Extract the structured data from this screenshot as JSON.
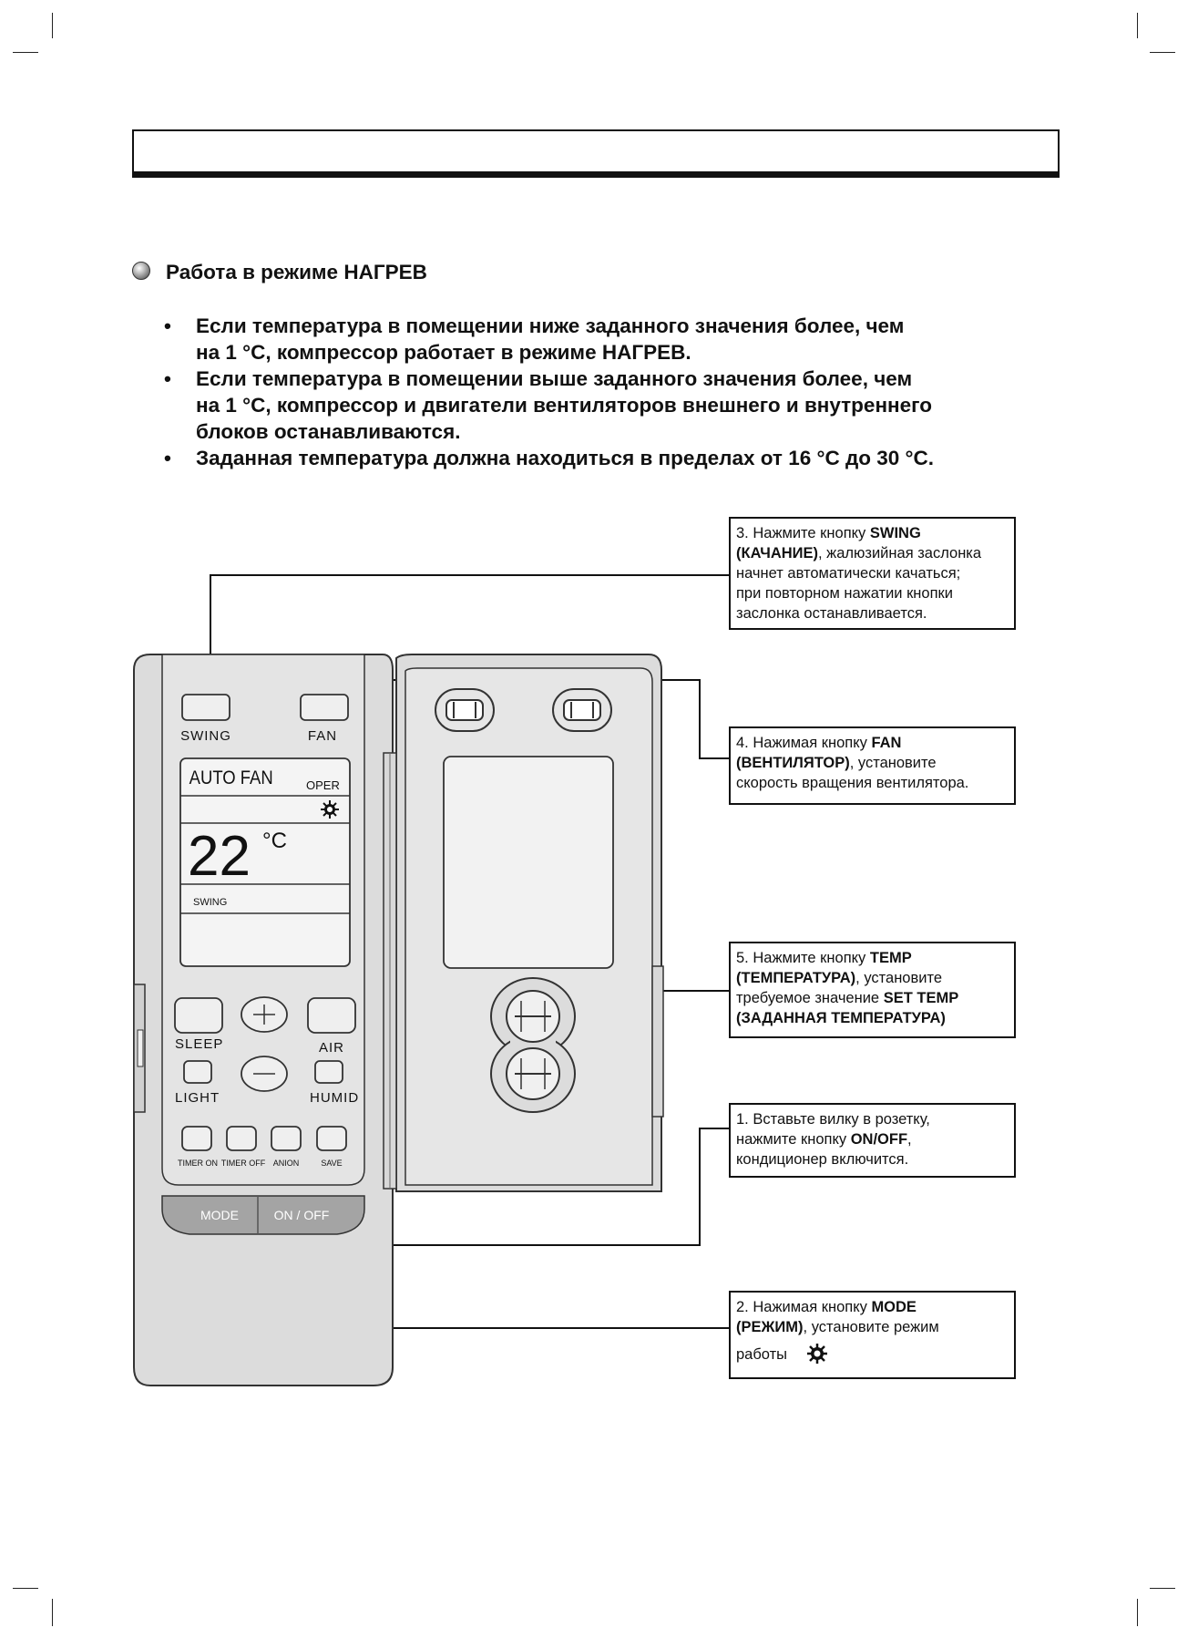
{
  "section": {
    "title": "Работа в режиме НАГРЕВ"
  },
  "bullets": [
    {
      "symbol": "•",
      "lines": [
        "Если температура в помещении ниже заданного значения более, чем",
        "на  1 °C, компрессор работает в режиме НАГРЕВ."
      ]
    },
    {
      "symbol": "•",
      "lines": [
        "Если температура в помещении выше заданного значения более, чем",
        "на 1 °C, компрессор и двигатели вентиляторов внешнего и внутреннего",
        "блоков останавливаются."
      ]
    },
    {
      "symbol": "•",
      "lines": [
        "Заданная температура должна находиться в пределах от 16 °C до 30 °C."
      ]
    }
  ],
  "callouts": {
    "swing": {
      "num": "3. ",
      "pre": "Нажмите кнопку ",
      "key": "SWING",
      "key2": "(КАЧАНИЕ)",
      "rest": ", жалюзийная заслонка",
      "lines": [
        "начнет автоматически качаться;",
        "при повторном нажатии кнопки",
        "заслонка останавливается."
      ]
    },
    "fan": {
      "num": "4. ",
      "pre": "Нажимая кнопку ",
      "key": "FAN",
      "key2": "(ВЕНТИЛЯТОР)",
      "rest": ", установите",
      "lines": [
        "скорость вращения вентилятора."
      ]
    },
    "temp": {
      "num": "5. ",
      "pre": "Нажмите кнопку ",
      "key": "TEMP",
      "key2": "(ТЕМПЕРАТУРА)",
      "rest": ", установите",
      "line3_pre": "требуемое значение ",
      "line3_key": "SET TEMP",
      "line4_key": "(ЗАДАННАЯ ТЕМПЕРАТУРА)"
    },
    "onoff": {
      "num": "1. ",
      "line1": "Вставьте вилку в розетку,",
      "pre": "нажмите кнопку ",
      "key": "ON/OFF",
      "rest": ",",
      "line3": "кондиционер  включится."
    },
    "mode": {
      "num": "2. ",
      "pre": "Нажимая кнопку ",
      "key": "MODE",
      "key2": "(РЕЖИМ)",
      "rest": ", установите режим",
      "line3": "работы"
    }
  },
  "remote": {
    "swing_label": "SWING",
    "fan_label": "FAN",
    "display": {
      "auto_fan": "AUTO FAN",
      "oper": "OPER",
      "temperature": "22",
      "unit": "°C",
      "swing": "SWING"
    },
    "sleep_label": "SLEEP",
    "air_label": "AIR",
    "light_label": "LIGHT",
    "humid_label": "HUMID",
    "bottom_labels": [
      "TIMER ON",
      "TIMER OFF",
      "ANION",
      "SAVE"
    ],
    "mode_label": "MODE",
    "onoff_label": "ON / OFF"
  }
}
